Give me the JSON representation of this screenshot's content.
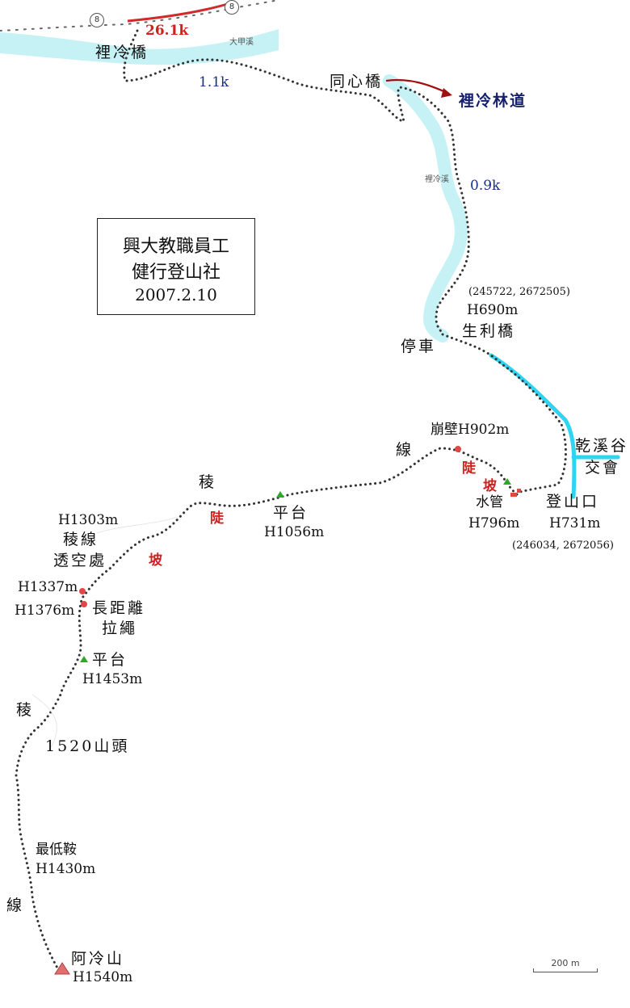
{
  "title_box": {
    "line1": "興大教職員工",
    "line2": "健行登山社",
    "date": "2007.2.10"
  },
  "road": {
    "shield_a": "8",
    "shield_b": "8",
    "distance_red": "26.1k",
    "river_label": "大甲溪",
    "creek_label": "裡冷溪"
  },
  "places": {
    "liling_bridge": "裡冷橋",
    "tongxin_bridge": "同心橋",
    "liling_forest_road": "裡冷林道",
    "parking": "停車",
    "shengli_bridge": "生利橋",
    "shengli_elev": "H690m",
    "shengli_coord": "(245722, 2672505)",
    "dry_valley_1": "乾溪谷",
    "dry_valley_2": "交會",
    "trailhead": "登山口",
    "trailhead_elev": "H731m",
    "trailhead_coord": "(246034, 2672056)",
    "water_pipe": "水管",
    "water_pipe_elev": "H796m",
    "cliff": "崩壁H902m",
    "platform1": "平台",
    "platform1_elev": "H1056m",
    "ridge_elev": "H1303m",
    "ridge_name": "稜線",
    "ridge_open": "透空處",
    "elev_1337": "H1337m",
    "elev_1376": "H1376m",
    "long_rope_1": "長距離",
    "long_rope_2": "拉繩",
    "platform2": "平台",
    "platform2_elev": "H1453m",
    "peak_1520": "1520山頭",
    "saddle": "最低鞍",
    "saddle_elev": "H1430m",
    "aling_mountain": "阿冷山",
    "aling_elev": "H1540m"
  },
  "distances": {
    "d1": "1.1k",
    "d2": "0.9k"
  },
  "route_marks": {
    "ridge_a": "稜",
    "line_a": "線",
    "steep_a": "陡",
    "slope_a": "坡",
    "steep_b": "陡",
    "slope_b": "坡",
    "ridge_b": "稜",
    "line_b": "線"
  },
  "scale": {
    "label": "200 m"
  },
  "colors": {
    "river": "#c6f2f6",
    "dry_stream": "#2ed4f2",
    "road_red": "#d12a2a",
    "forest_road": "#a01010",
    "trail_dots": "#333333",
    "waypoint_red": "#e04848",
    "platform_green": "#2da82d"
  }
}
